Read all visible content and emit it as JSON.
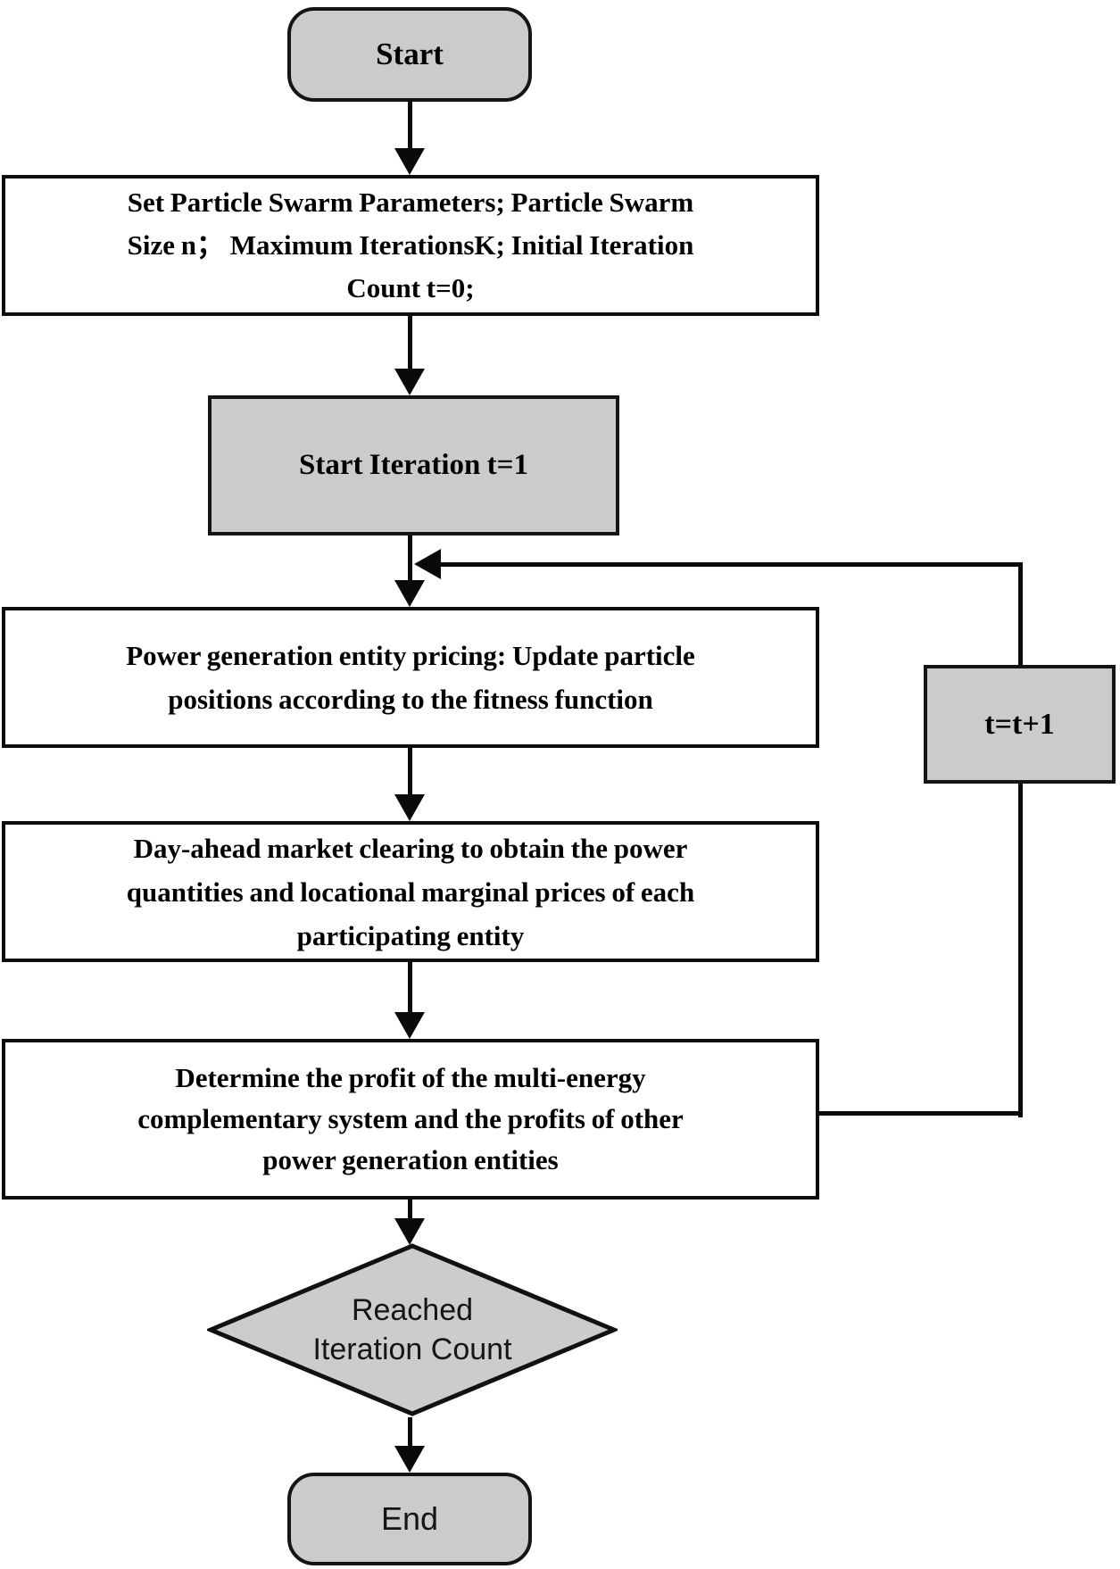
{
  "flowchart": {
    "nodes": {
      "start": {
        "label": "Start",
        "shape": "terminator"
      },
      "init_params": {
        "label": "Set Particle Swarm Parameters; Particle Swarm\nSize n； Maximum IterationsK; Initial Iteration\nCount t=0;",
        "shape": "process"
      },
      "start_iteration": {
        "label": "Start Iteration t=1",
        "shape": "process-highlight"
      },
      "update_particles": {
        "label": "Power generation entity pricing: Update particle\npositions according to the fitness function",
        "shape": "process"
      },
      "market_clearing": {
        "label": "Day-ahead market clearing to obtain the power\nquantities and locational marginal prices of each\nparticipating entity",
        "shape": "process"
      },
      "determine_profit": {
        "label": "Determine the profit of the multi-energy\ncomplementary system and the profits of other\npower generation entities",
        "shape": "process"
      },
      "iteration_check": {
        "label": "Reached\nIteration Count",
        "shape": "decision"
      },
      "increment": {
        "label": "t=t+1",
        "shape": "process-highlight"
      },
      "end": {
        "label": "End",
        "shape": "terminator"
      }
    },
    "colors": {
      "terminator_fill": "#cbcbcb",
      "decision_fill": "#cccccc",
      "highlight_fill": "#cbcbcb",
      "process_fill": "#ffffff",
      "border": "#111111",
      "line": "#0a0a0a",
      "text": "#000000",
      "sans_text": "#151515"
    }
  }
}
